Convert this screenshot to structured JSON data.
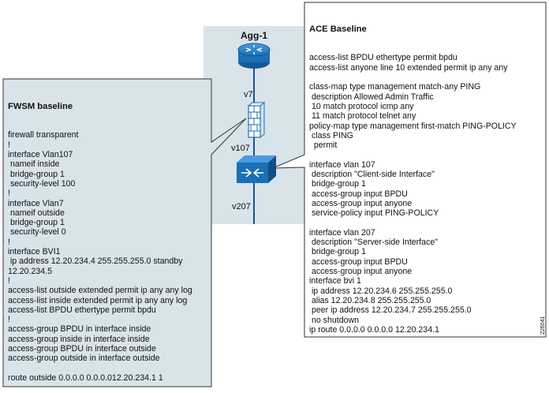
{
  "device_panel": {
    "title": "Agg-1",
    "vlan_labels": [
      "v7",
      "v107",
      "v207"
    ]
  },
  "fwsm": {
    "title": "FWSM baseline",
    "lines": [
      "firewall transparent",
      "!",
      "interface Vlan107",
      " nameif inside",
      " bridge-group 1",
      " security-level 100",
      "!",
      "interface Vlan7",
      " nameif outside",
      " bridge-group 1",
      " security-level 0",
      "!",
      "interface BVI1",
      " ip address 12.20.234.4 255.255.255.0 standby",
      "12.20.234.5",
      "!",
      "access-list outside extended permit ip any any log",
      "access-list inside extended permit ip any any log",
      "access-list BPDU ethertype permit bpdu",
      "!",
      "access-group BPDU in interface inside",
      "access-group inside in interface inside",
      "access-group BPDU in interface outside",
      "access-group outside in interface outside",
      "",
      "route outside 0.0.0.0 0.0.0.012.20.234.1 1"
    ]
  },
  "ace": {
    "title": "ACE Baseline",
    "lines": [
      "access-list BPDU ethertype permit bpdu",
      "access-list anyone line 10 extended permit ip any any",
      "",
      "class-map type management match-any PING",
      " description Allowed Admin Traffic",
      " 10 match protocol icmp any",
      " 11 match protocol telnet any",
      "policy-map type management first-match PING-POLICY",
      " class PING",
      "  permit",
      "",
      "interface vlan 107",
      " description \"Client-side Interface\"",
      " bridge-group 1",
      " access-group input BPDU",
      " access-group input anyone",
      " service-policy input PING-POLICY",
      "",
      "interface vlan 207",
      " description \"Server-side Interface\"",
      " bridge-group 1",
      " access-group input BPDU",
      " access-group input anyone",
      "interface bvi 1",
      " ip address 12.20.234.6 255.255.255.0",
      " alias 12.20.234.8 255.255.255.0",
      " peer ip address 12.20.234.7 255.255.255.0",
      " no shutdown",
      "ip route 0.0.0.0 0.0.0.0 12.20.234.1"
    ]
  },
  "figure_id": "226041",
  "colors": {
    "panel_fill": "#d8e4ea",
    "panel_stroke": "#333333",
    "device_blue": "#1a6fb5",
    "firewall_stroke": "#1a6fb5",
    "vlan_line": "#1a4f9c"
  }
}
